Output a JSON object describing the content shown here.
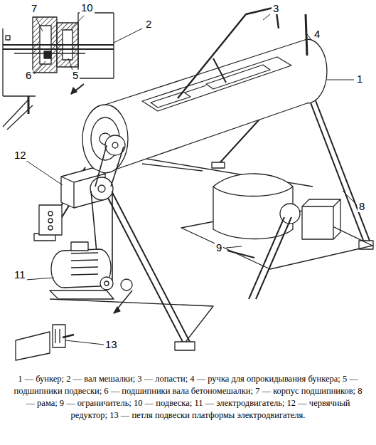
{
  "diagram": {
    "caption": "1 — бункер; 2 — вал мешалки; 3 — лопасти; 4 — ручка для опрокидывания бункера; 5 — подшипники подвески; 6 — подшипники вала бетономешалки; 7 — корпус подшипников; 8 — рама; 9 — ограничитель; 10 — подвеска; 11 — электродвигатель; 12 — червячный редуктор; 13 — петля подвески платформы электродвигателя.",
    "labels": [
      "7",
      "10",
      "2",
      "3",
      "4",
      "6",
      "5",
      "1",
      "12",
      "8",
      "9",
      "11",
      "13"
    ]
  }
}
